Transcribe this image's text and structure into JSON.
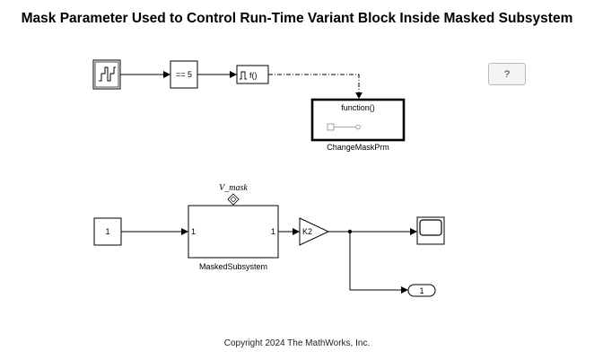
{
  "title": "Mask Parameter Used to Control Run-Time Variant Block Inside Masked Subsystem",
  "copyright": "Copyright 2024 The MathWorks, Inc.",
  "help_button": {
    "label": "?"
  },
  "blocks": {
    "compare": {
      "text": "== 5"
    },
    "trigger": {
      "text": "f()"
    },
    "function_block": {
      "text": "function()",
      "name": "ChangeMaskPrm"
    },
    "constant": {
      "text": "1"
    },
    "subsystem": {
      "name": "MaskedSubsystem",
      "variant_label": "V_mask",
      "in_port": "1",
      "out_port": "1"
    },
    "gain": {
      "text": "K2"
    },
    "outport": {
      "text": "1"
    }
  }
}
